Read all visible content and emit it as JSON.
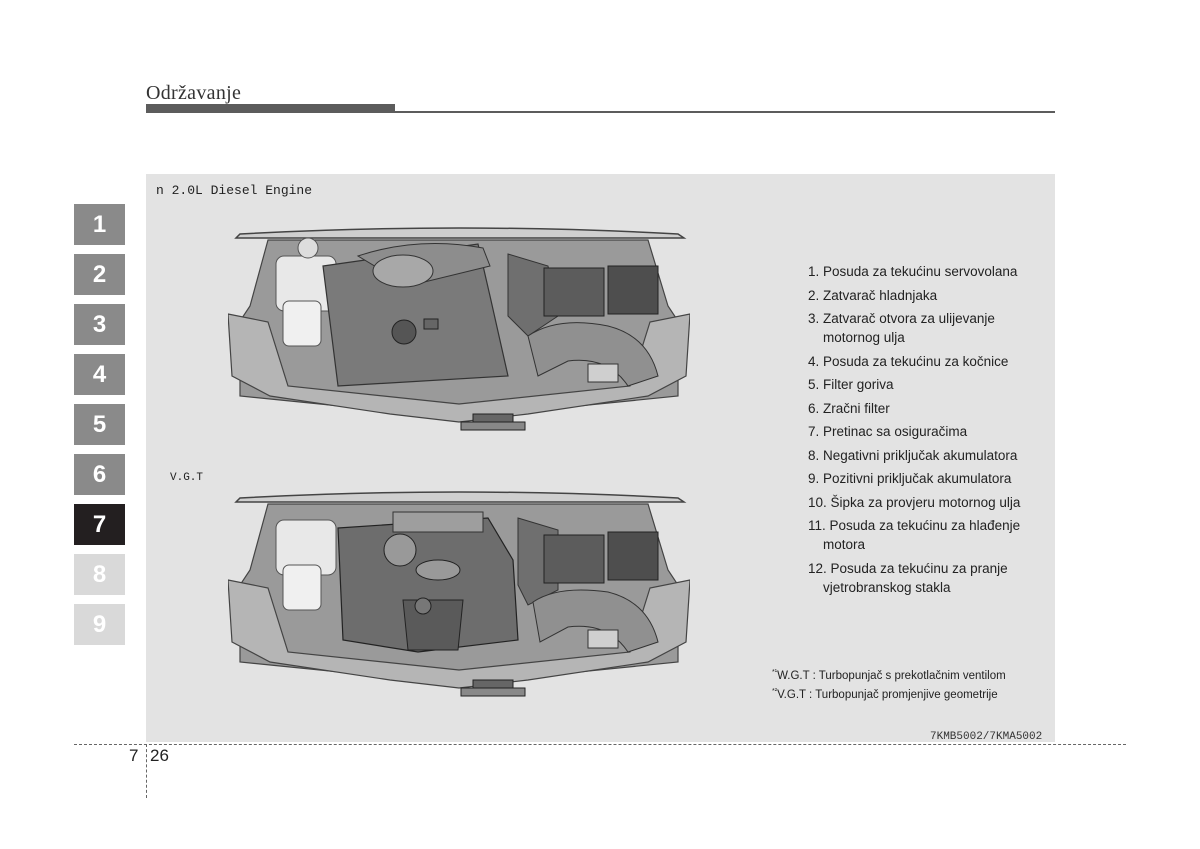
{
  "header": {
    "title": "Održavanje"
  },
  "chapters": [
    {
      "label": "1",
      "color": "#8a8a8a",
      "active": false
    },
    {
      "label": "2",
      "color": "#8a8a8a",
      "active": false
    },
    {
      "label": "3",
      "color": "#8a8a8a",
      "active": false
    },
    {
      "label": "4",
      "color": "#8a8a8a",
      "active": false
    },
    {
      "label": "5",
      "color": "#8a8a8a",
      "active": false
    },
    {
      "label": "6",
      "color": "#8a8a8a",
      "active": false
    },
    {
      "label": "7",
      "color": "#231f20",
      "active": true
    },
    {
      "label": "8",
      "color": "#d9d9d9",
      "active": false
    },
    {
      "label": "9",
      "color": "#d9d9d9",
      "active": false
    }
  ],
  "figure": {
    "engine_caption": "n 2.0L Diesel Engine",
    "vgt_caption": "V.G.T",
    "code": "7KMB5002/7KMA5002"
  },
  "parts": [
    {
      "num": "1.",
      "text": "Posuda za tekućinu servovolana",
      "cont": ""
    },
    {
      "num": "2.",
      "text": "Zatvarač hladnjaka",
      "cont": ""
    },
    {
      "num": "3.",
      "text": "Zatvarač otvora za ulijevanje",
      "cont": "motornog ulja"
    },
    {
      "num": "4.",
      "text": "Posuda za tekućinu za kočnice",
      "cont": ""
    },
    {
      "num": "5.",
      "text": "Filter goriva",
      "cont": ""
    },
    {
      "num": "6.",
      "text": "Zračni filter",
      "cont": ""
    },
    {
      "num": "7.",
      "text": "Pretinac sa osiguračima",
      "cont": ""
    },
    {
      "num": "8.",
      "text": "Negativni priključak akumulatora",
      "cont": ""
    },
    {
      "num": "9.",
      "text": "Pozitivni priključak akumulatora",
      "cont": ""
    },
    {
      "num": "10.",
      "text": "Šipka za provjeru motornog ulja",
      "cont": ""
    },
    {
      "num": "11.",
      "text": "Posuda za tekućinu za hlađenje",
      "cont": "motora"
    },
    {
      "num": "12.",
      "text": "Posuda za tekućinu za pranje",
      "cont": "vjetrobranskog stakla"
    }
  ],
  "notes": {
    "note1": "W.G.T : Turbopunjač s prekotlačnim ventilom",
    "note2": "V.G.T : Turbopunjač promjenjive geometrije",
    "mark1": "*¹",
    "mark2": "*²"
  },
  "footer": {
    "chapter": "7",
    "page": "26"
  }
}
